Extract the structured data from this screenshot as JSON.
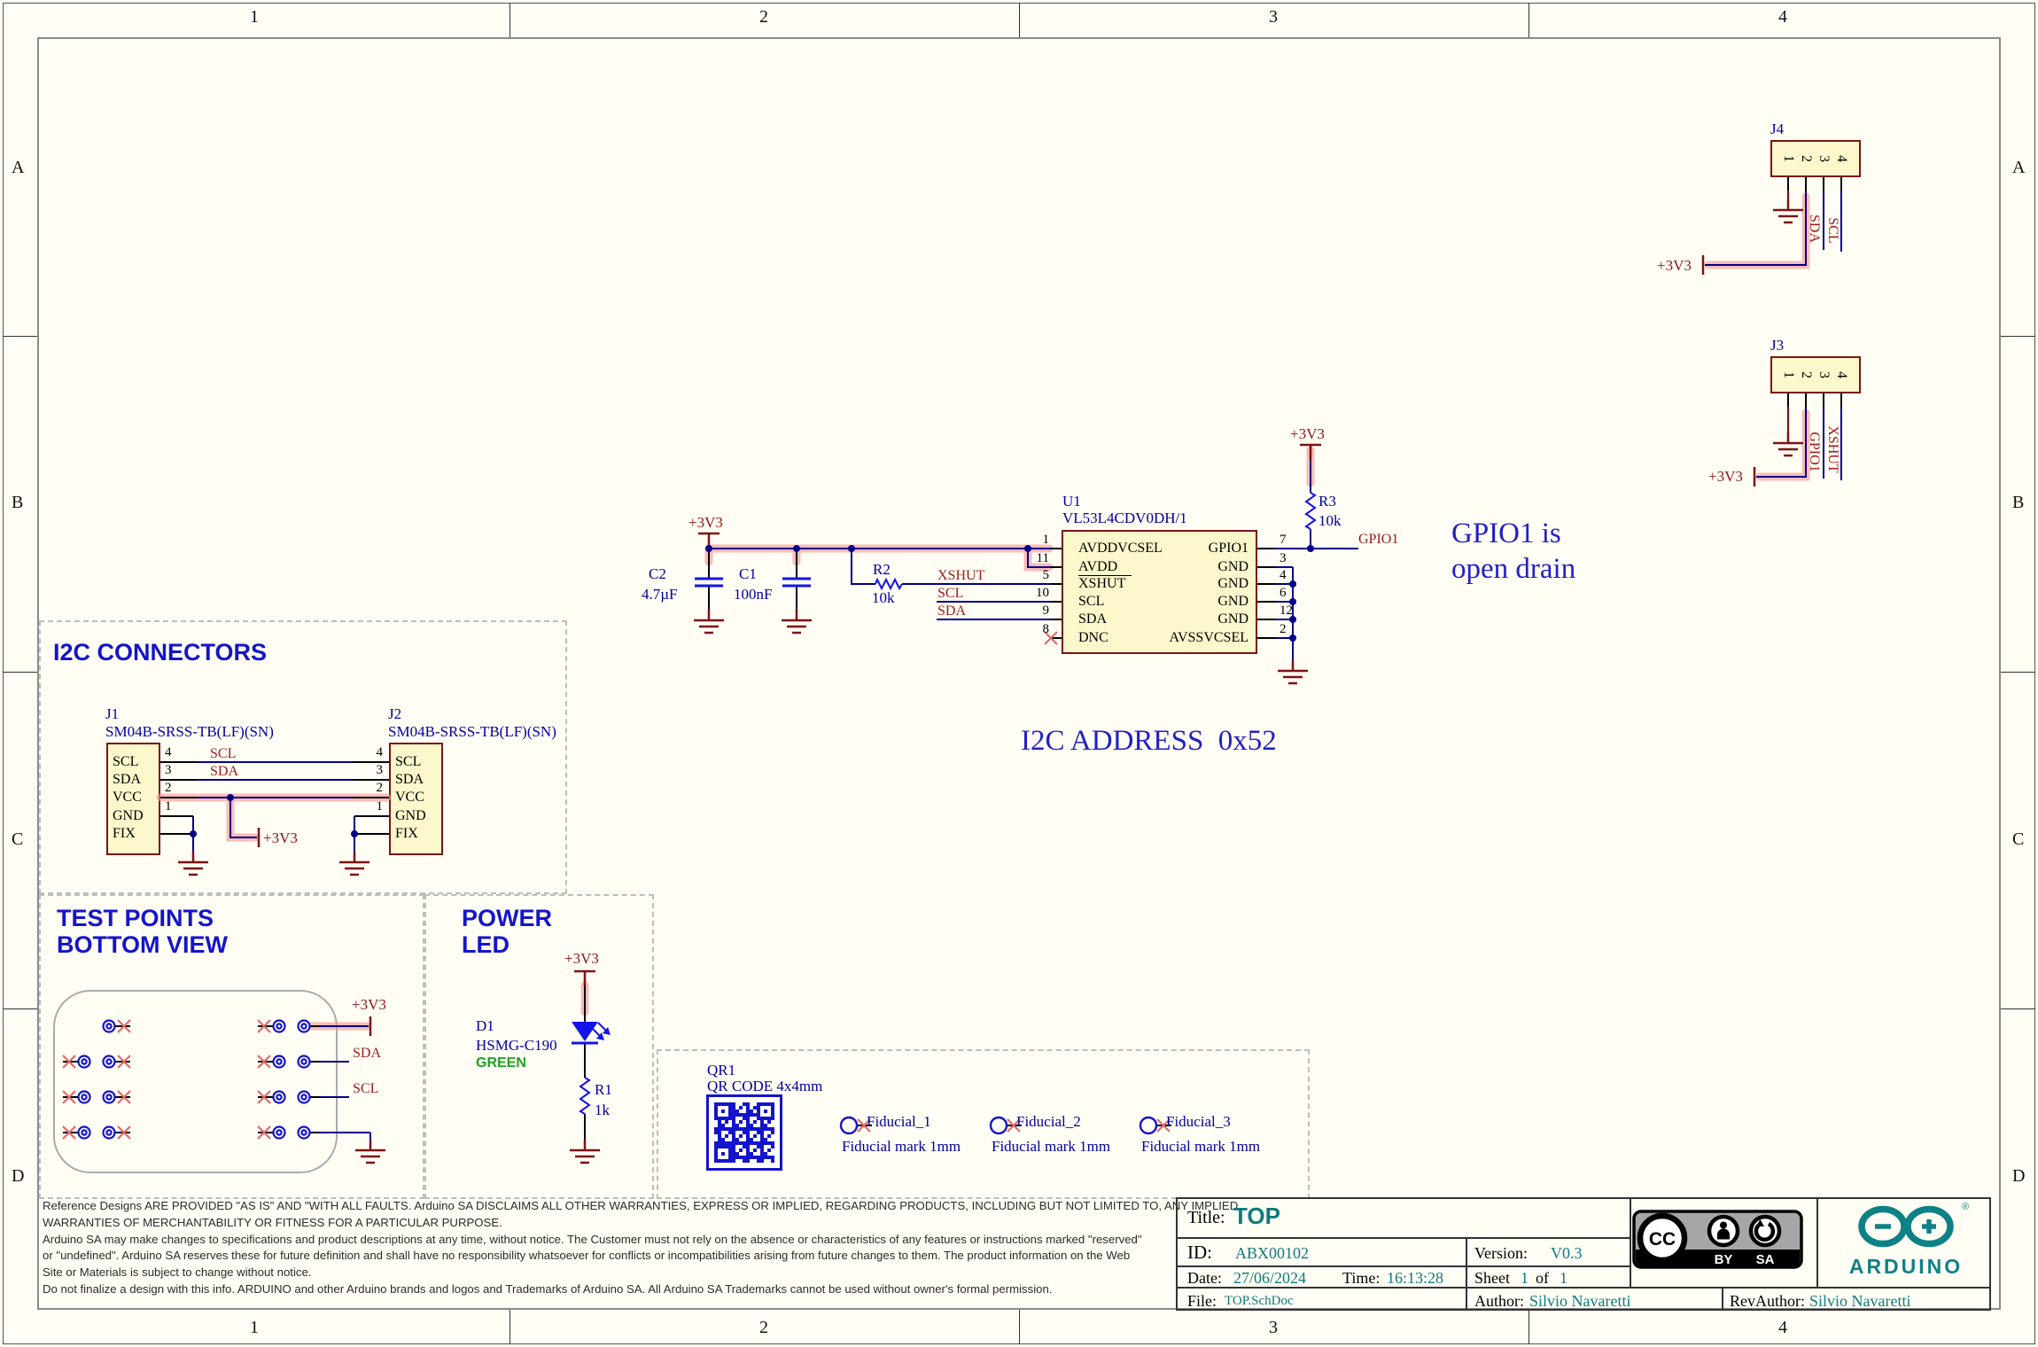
{
  "frame": {
    "cols": [
      "1",
      "2",
      "3",
      "4"
    ],
    "rows": [
      "A",
      "B",
      "C",
      "D"
    ]
  },
  "nets": {
    "v3": "+3V3",
    "sda": "SDA",
    "scl": "SCL",
    "xshut": "XSHUT",
    "gpio1": "GPIO1"
  },
  "u1": {
    "ref": "U1",
    "part": "VL53L4CDV0DH/1",
    "left": [
      {
        "n": "1",
        "p": "AVDDVCSEL"
      },
      {
        "n": "11",
        "p": "AVDD"
      },
      {
        "n": "5",
        "p": "XSHUT"
      },
      {
        "n": "10",
        "p": "SCL"
      },
      {
        "n": "9",
        "p": "SDA"
      },
      {
        "n": "8",
        "p": "DNC"
      }
    ],
    "right": [
      {
        "n": "7",
        "p": "GPIO1"
      },
      {
        "n": "3",
        "p": "GND"
      },
      {
        "n": "4",
        "p": "GND"
      },
      {
        "n": "6",
        "p": "GND"
      },
      {
        "n": "12",
        "p": "GND"
      },
      {
        "n": "2",
        "p": "AVSSVCSEL"
      }
    ]
  },
  "parts": {
    "c2": {
      "ref": "C2",
      "val": "4.7µF"
    },
    "c1": {
      "ref": "C1",
      "val": "100nF"
    },
    "r2": {
      "ref": "R2",
      "val": "10k"
    },
    "r3": {
      "ref": "R3",
      "val": "10k"
    },
    "r1": {
      "ref": "R1",
      "val": "1k"
    },
    "d1": {
      "ref": "D1",
      "part": "HSMG-C190",
      "color": "GREEN"
    },
    "qr": {
      "ref": "QR1",
      "desc": "QR CODE 4x4mm"
    }
  },
  "annotations": {
    "gpio_line1": "GPIO1 is",
    "gpio_line2": "open drain",
    "i2c_addr": "I2C ADDRESS  0x52"
  },
  "i2c": {
    "title": "I2C CONNECTORS",
    "j1": "J1",
    "j2": "J2",
    "part": "SM04B-SRSS-TB(LF)(SN)",
    "pins": [
      "SCL",
      "SDA",
      "VCC",
      "GND",
      "FIX"
    ],
    "nums": [
      "4",
      "3",
      "2",
      "1"
    ]
  },
  "tp": {
    "t1": "TEST POINTS",
    "t2": "BOTTOM VIEW"
  },
  "pled": {
    "t1": "POWER",
    "t2": "LED"
  },
  "fid": {
    "f1": "Fiducial_1",
    "f2": "Fiducial_2",
    "f3": "Fiducial_3",
    "mark": "Fiducial mark 1mm"
  },
  "jr": {
    "j4": "J4",
    "j3": "J3",
    "nums": [
      "1",
      "2",
      "3",
      "4"
    ]
  },
  "tb": {
    "title_l": "Title:",
    "title": "TOP",
    "id_l": "ID:",
    "id": "ABX00102",
    "ver_l": "Version:",
    "ver": "V0.3",
    "date_l": "Date:",
    "date": "27/06/2024",
    "time_l": "Time:",
    "time": "16:13:28",
    "sheet_l": "Sheet",
    "s1": "1",
    "of": "of",
    "s2": "1",
    "file_l": "File:",
    "file": "TOP.SchDoc",
    "auth_l": "Author:",
    "auth": "Silvio Navaretti",
    "rev_l": "RevAuthor:",
    "rev": "Silvio Navaretti"
  },
  "cc": {
    "cc": "CC",
    "by": "BY",
    "sa": "SA"
  },
  "arduino": {
    "name": "ARDUINO",
    "reg": "®"
  },
  "colors": {
    "wire": "#00008B",
    "highlight": "#F4928F",
    "net_label": "#9B1B1B",
    "power": "#8B1414",
    "annotation_blue": "#1414CC",
    "teal": "#0E7A7E",
    "chip_fill": "#FCF8CC",
    "chip_border": "#7A1515",
    "green": "#1FA21F"
  },
  "disclaimer": [
    "Reference Designs ARE PROVIDED \"AS IS\" AND \"WITH ALL FAULTS. Arduino SA DISCLAIMS ALL OTHER WARRANTIES, EXPRESS OR IMPLIED, REGARDING PRODUCTS, INCLUDING BUT NOT LIMITED TO, ANY IMPLIED",
    "WARRANTIES OF MERCHANTABILITY OR FITNESS FOR A PARTICULAR PURPOSE.",
    "Arduino SA may make changes to specifications and product descriptions at any time, without notice. The Customer must not rely on the absence or characteristics of any features or instructions marked \"reserved\"",
    "or \"undefined\". Arduino SA reserves these for future definition and shall have no responsibility whatsoever for conflicts or incompatibilities arising from future changes to them. The product information on the Web",
    "Site or Materials is subject to change without notice.",
    "Do not finalize a design with this info. ARDUINO and other Arduino brands and logos and Trademarks of Arduino SA. All Arduino SA Trademarks cannot be used without owner's formal permission."
  ]
}
